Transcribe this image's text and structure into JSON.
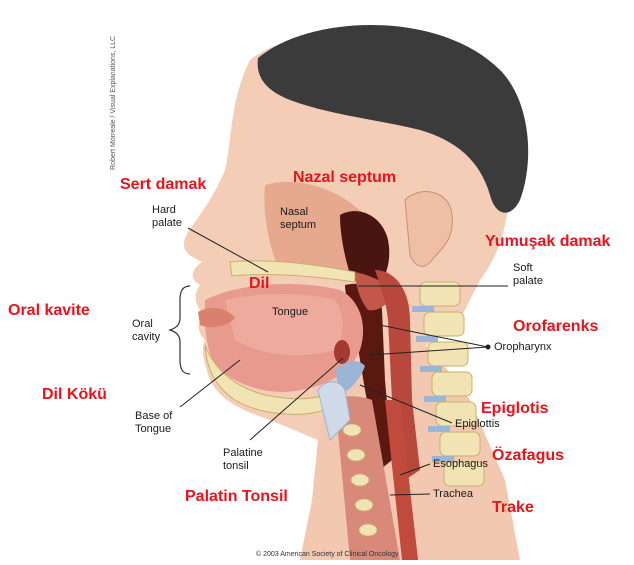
{
  "credit": "Robert Morreale / Visual Explanations, LLC",
  "copyright": "© 2003 American Society of Clinical Oncology",
  "english_labels": {
    "hard_palate": [
      "Hard",
      "palate"
    ],
    "nasal_septum": [
      "Nasal",
      "septum"
    ],
    "soft_palate": [
      "Soft",
      "palate"
    ],
    "oral_cavity": [
      "Oral",
      "cavity"
    ],
    "tongue": "Tongue",
    "oropharynx": "Oropharynx",
    "base_of_tongue": [
      "Base of",
      "Tongue"
    ],
    "epiglottis": "Epiglottis",
    "palatine_tonsil": [
      "Palatine",
      "tonsil"
    ],
    "esophagus": "Esophagus",
    "trachea": "Trachea"
  },
  "turkish_labels": {
    "sert_damak": "Sert damak",
    "nazal_septum": "Nazal septum",
    "yumusak_damak": "Yumuşak damak",
    "dil": "Dil",
    "oral_kavite": "Oral kavite",
    "orofarenks": "Orofarenks",
    "dil_koku": "Dil Kökü",
    "epiglotis": "Epiglotis",
    "ozafagus": "Özafagus",
    "palatin_tonsil": "Palatin Tonsil",
    "trake": "Trake"
  },
  "colors": {
    "turkish_label": "#e8141c",
    "skin": "#f4cdb6",
    "muscle": "#b8483c",
    "cavity": "#5a1810",
    "bone": "#f1e3b4",
    "cartilage": "#9ab5d6",
    "hair": "#3b3b3b"
  }
}
